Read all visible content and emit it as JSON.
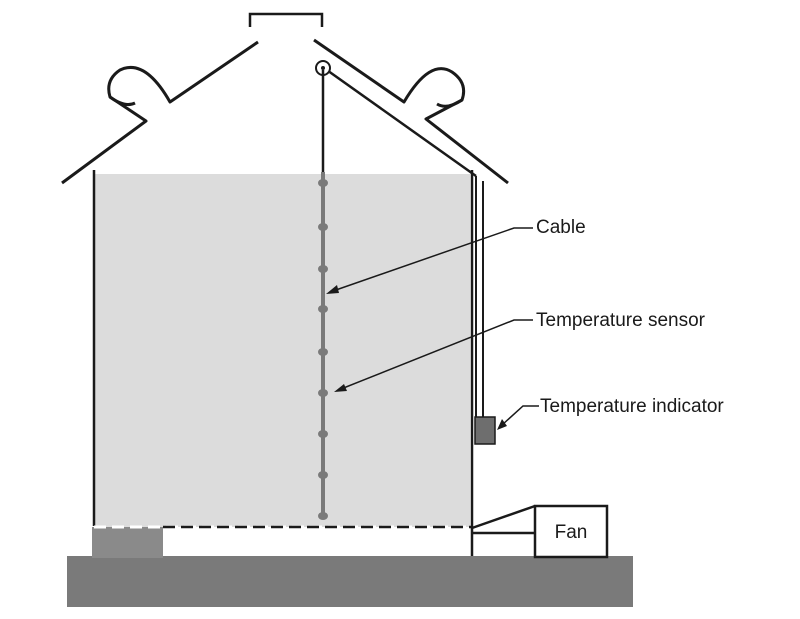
{
  "labels": {
    "cable": "Cable",
    "temperature_sensor": "Temperature sensor",
    "temperature_indicator": "Temperature indicator",
    "fan": "Fan"
  },
  "colors": {
    "stroke": "#1a1a1a",
    "grain_fill": "#dcdcdc",
    "ground": "#7a7a7a",
    "sensor": "#7a7a7a",
    "indicator": "#6e6e6e",
    "duct": "#8a8a8a"
  }
}
